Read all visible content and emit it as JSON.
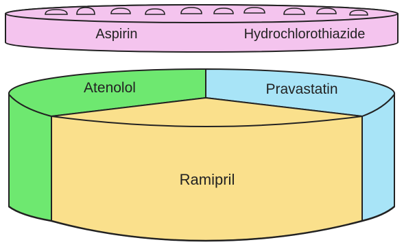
{
  "top_disc": {
    "left_label": "Aspirin",
    "right_label": "Hydrochlorothiazide"
  },
  "cylinder": {
    "back_left_label": "Atenolol",
    "back_right_label": "Pravastatin",
    "front_label": "Ramipril"
  },
  "colors": {
    "outline": "#222222",
    "disc_pink": "#f4c4ee",
    "atenolol_green": "#6ee870",
    "pravastatin_blue": "#a8e4f7",
    "ramipril_yellow": "#fae08c"
  }
}
